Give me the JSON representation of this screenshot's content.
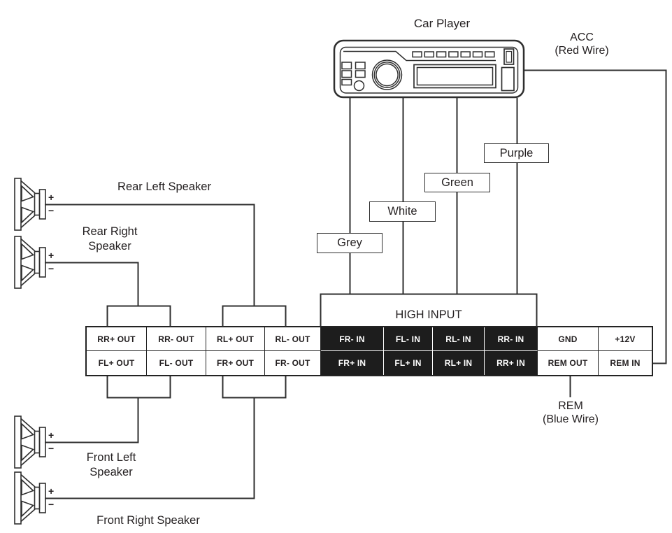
{
  "car_player": {
    "label": "Car Player"
  },
  "acc": {
    "line1": "ACC",
    "line2": "(Red Wire)"
  },
  "rem": {
    "line1": "REM",
    "line2": "(Blue Wire)"
  },
  "high_input": {
    "label": "HIGH INPUT"
  },
  "wire_tags": {
    "grey": "Grey",
    "white": "White",
    "green": "Green",
    "purple": "Purple"
  },
  "speakers": {
    "rear_left": {
      "lines": [
        "Rear Left Speaker"
      ]
    },
    "rear_right": {
      "lines": [
        "Rear Right",
        "Speaker"
      ]
    },
    "front_left": {
      "lines": [
        "Front Left",
        "Speaker"
      ]
    },
    "front_right": {
      "lines": [
        "Front Right Speaker"
      ]
    }
  },
  "polarity": {
    "plus": "+",
    "minus": "−"
  },
  "terminal_block": {
    "row1": [
      "RR+ OUT",
      "RR- OUT",
      "RL+ OUT",
      "RL- OUT",
      "FR- IN",
      "FL- IN",
      "RL- IN",
      "RR- IN",
      "GND",
      "+12V"
    ],
    "row2": [
      "FL+ OUT",
      "FL- OUT",
      "FR+ OUT",
      "FR- OUT",
      "FR+ IN",
      "FL+ IN",
      "RL+ IN",
      "RR+ IN",
      "REM OUT",
      "REM IN"
    ]
  },
  "colors": {
    "line": "#2f2f2f",
    "table_border": "#232323",
    "dark_cell_bg": "#1d1d1d",
    "dark_cell_text": "#ffffff",
    "text": "#231f20",
    "background": "#ffffff"
  }
}
